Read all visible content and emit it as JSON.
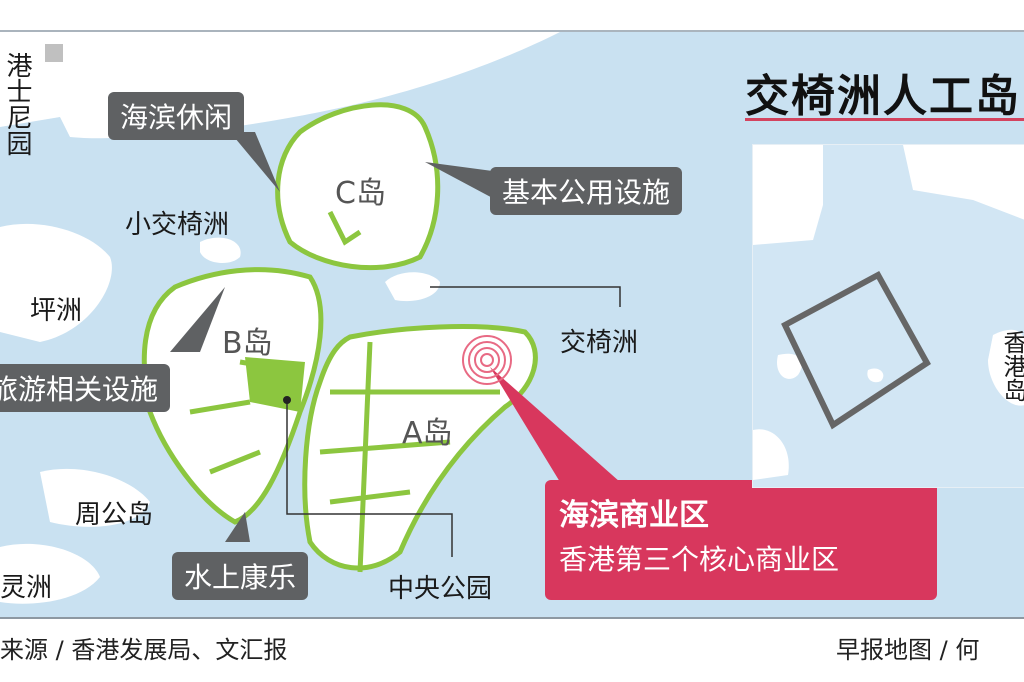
{
  "title": "交椅洲人工岛",
  "colors": {
    "sea": "#c9e1f1",
    "land": "#ffffff",
    "island_outline": "#8cc63f",
    "callout": "#5f6163",
    "highlight": "#d8375d",
    "title_rule": "#d3435e"
  },
  "place_labels": {
    "disney": "港士尼园",
    "xiao_jiaoyizhou": "小交椅洲",
    "pingzhou": "坪洲",
    "jiaoyizhou": "交椅洲",
    "zhougongdao": "周公岛",
    "lingzhou": "灵洲",
    "island_c": "C岛",
    "island_b": "B岛",
    "island_a": "A岛",
    "central_park": "中央公园"
  },
  "callouts": {
    "waterfront_leisure": "海滨休闲",
    "public_facilities": "基本公用设施",
    "tourism": "旅游相关设施",
    "water_recreation": "水上康乐"
  },
  "business_district": {
    "title": "海滨商业区",
    "subtitle": "香港第三个核心商业区"
  },
  "inset": {
    "label": "香港岛"
  },
  "footer": {
    "source": "来源 / 香港发展局、文汇报",
    "credit": "早报地图 / 何"
  }
}
